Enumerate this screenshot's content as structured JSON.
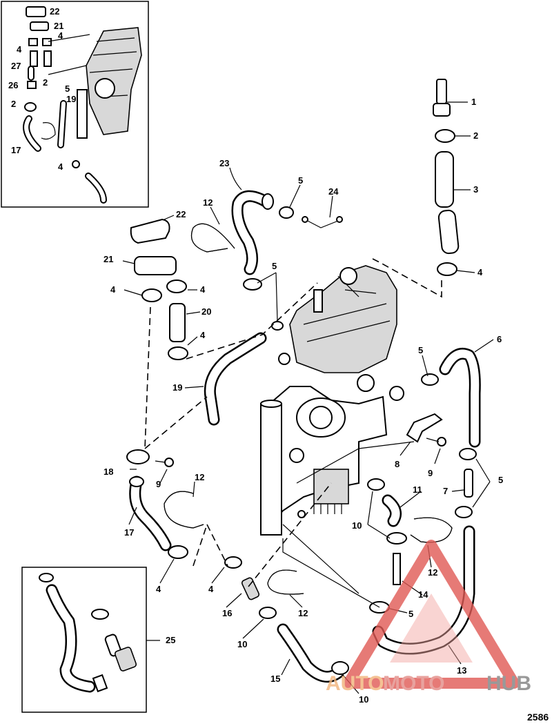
{
  "callouts": {
    "n1": "1",
    "n2": "2",
    "n3": "3",
    "n4": "4",
    "n5": "5",
    "n6": "6",
    "n7": "7",
    "n8": "8",
    "n9": "9",
    "n10": "10",
    "n11": "11",
    "n12": "12",
    "n13": "13",
    "n14": "14",
    "n15": "15",
    "n16": "16",
    "n17": "17",
    "n18": "18",
    "n19": "19",
    "n20": "20",
    "n21": "21",
    "n22": "22",
    "n23": "23",
    "n24": "24",
    "n25": "25",
    "n26": "26",
    "n27": "27"
  },
  "watermark": {
    "part1": "AUTO",
    "part2": "MOTO",
    "part3": "HUB",
    "colors": {
      "triangle": "#e05a55",
      "auto": "#f2b37a",
      "moto": "#e38b86",
      "hub": "#808080"
    }
  },
  "document_number": "2586"
}
